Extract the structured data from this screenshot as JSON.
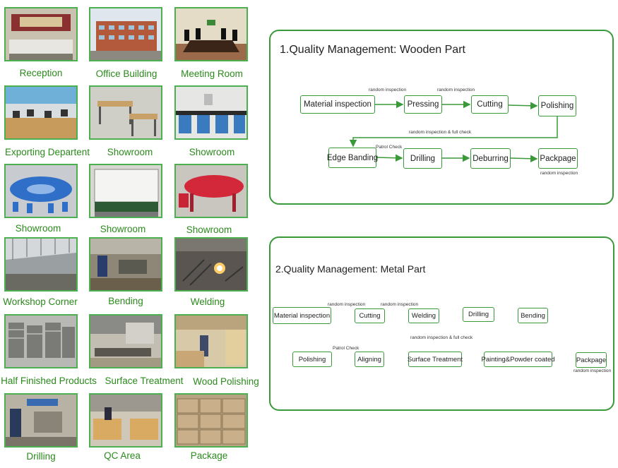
{
  "gallery": [
    {
      "caption": "Reception"
    },
    {
      "caption": "Office Building"
    },
    {
      "caption": "Meeting Room"
    },
    {
      "caption": "Exporting Departent"
    },
    {
      "caption": "Showroom"
    },
    {
      "caption": "Showroom"
    },
    {
      "caption": "Showroom"
    },
    {
      "caption": "Showroom"
    },
    {
      "caption": "Showroom"
    },
    {
      "caption": "Workshop Corner"
    },
    {
      "caption": "Bending"
    },
    {
      "caption": "Welding"
    },
    {
      "caption": "Half Finished Products"
    },
    {
      "caption": "Surface Treatment"
    },
    {
      "caption": "Wood Polishing"
    },
    {
      "caption": "Drilling"
    },
    {
      "caption": "QC Area"
    },
    {
      "caption": "Package"
    }
  ],
  "wooden": {
    "title": "1.Quality Management: Wooden Part",
    "steps": [
      "Material inspection",
      "Pressing",
      "Cutting",
      "Polishing",
      "Edge Banding",
      "Drilling",
      "Deburring",
      "Packpage"
    ],
    "notes": {
      "n1": "random inspection",
      "n2": "random inspection",
      "n3": "random inspection & full check",
      "n4": "Patrol Check",
      "n5": "random inspection"
    }
  },
  "metal": {
    "title": "2.Quality Management: Metal Part",
    "steps": [
      "Material inspection",
      "Cutting",
      "Welding",
      "Drilling",
      "Bending",
      "Polishing",
      "Aligning",
      "Surface Treatment",
      "Painting&Powder coated",
      "Packpage"
    ],
    "notes": {
      "n1": "random inspection",
      "n2": "random inspection",
      "n3": "random inspection & full check",
      "n4": "Patrol Check",
      "n5": "random inspection"
    }
  },
  "colors": {
    "accent": "#3a9a3a",
    "caption": "#2b8a1c"
  }
}
